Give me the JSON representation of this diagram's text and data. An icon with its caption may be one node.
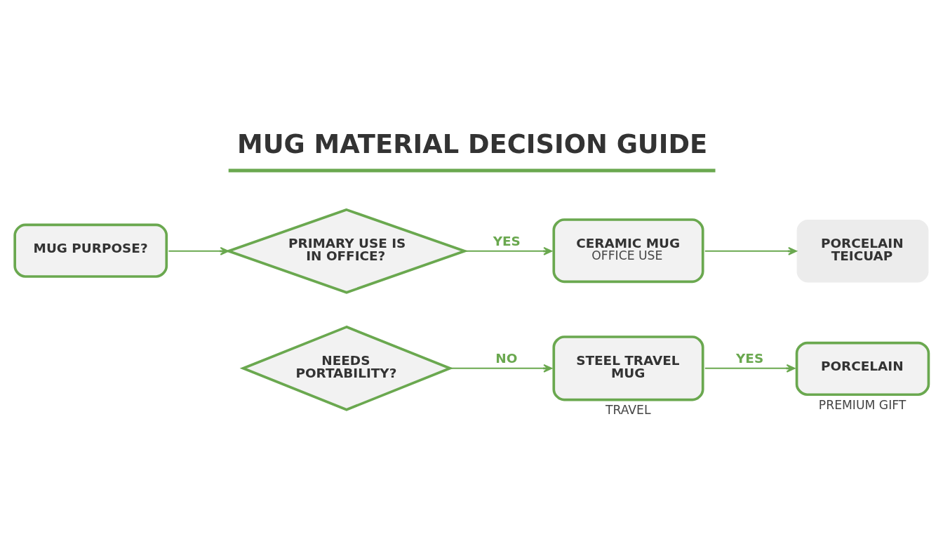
{
  "diagram": {
    "title": "MUG MATERIAL DECISION GUIDE",
    "nodes": [
      {
        "text": [
          "MUG PURPOSE?"
        ]
      },
      {
        "text": [
          "PRIMARY USE IS IN OFFICE?"
        ]
      },
      {
        "text": [
          "CERAMIC MUG",
          "OFFICE USE"
        ]
      },
      {
        "text": [
          "PORCELAIN TEICUAP"
        ]
      },
      {
        "text": [
          "NEEDS PORTABILITY?"
        ]
      },
      {
        "text": [
          "STEEL TRAVEL MUG"
        ],
        "beside": [
          "TRAVEL"
        ]
      },
      {
        "text": [
          "PORCELAIN"
        ],
        "beside": [
          "PREMIUM GIFT"
        ]
      }
    ],
    "edges": [
      {
        "from": 0,
        "to": 1,
        "arrow": "to"
      },
      {
        "from": 1,
        "to": 2,
        "arrow": "to",
        "label": "YES"
      },
      {
        "from": 2,
        "to": 3,
        "arrow": "to"
      },
      {
        "from": 4,
        "to": 5,
        "arrow": "to",
        "label": "NO"
      },
      {
        "from": 5,
        "to": 6,
        "arrow": "to",
        "label": "YES"
      }
    ]
  }
}
